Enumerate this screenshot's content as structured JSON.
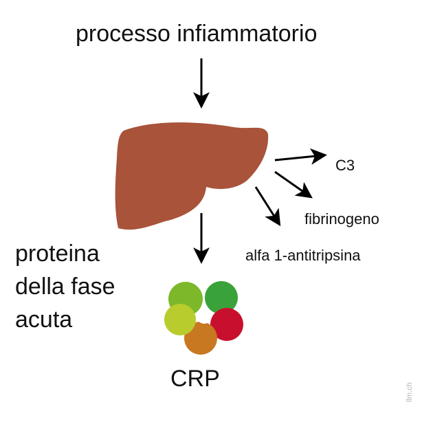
{
  "title": "processo infiammatorio",
  "outputs": [
    "C3",
    "fibrinogeno",
    "alfa 1-antitripsina"
  ],
  "left_label": [
    "proteina",
    "della fase",
    "acuta"
  ],
  "product": "CRP",
  "watermark": "llm.ch",
  "colors": {
    "liver": "#a8533a",
    "arrow": "#000000",
    "crp_red": "#c8102e",
    "crp_green": "#3aa23a",
    "crp_lightgreen": "#7cb82a",
    "crp_yellow": "#b8cc2e",
    "crp_orange": "#c87820"
  }
}
